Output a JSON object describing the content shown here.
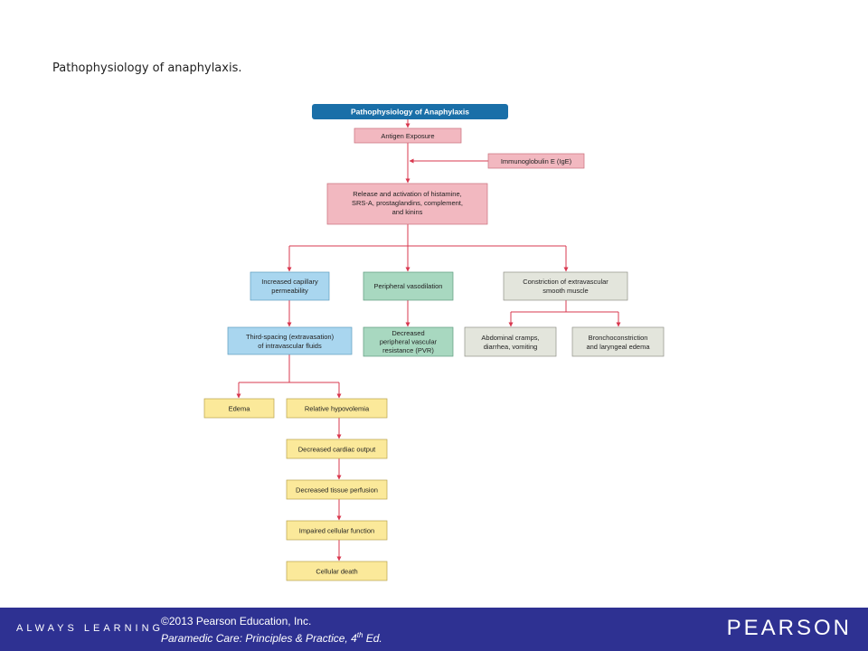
{
  "caption": "Pathophysiology of anaphylaxis.",
  "diagram": {
    "title": "Pathophysiology of Anaphylaxis",
    "nodes": {
      "antigen": "Antigen Exposure",
      "ige": "Immunoglobulin E (IgE)",
      "release": [
        "Release and activation of histamine,",
        "SRS-A, prostaglandins, complement,",
        "and kinins"
      ],
      "capillary": [
        "Increased capillary",
        "permeability"
      ],
      "vasodilation": "Peripheral vasodilation",
      "constriction": [
        "Constriction of extravascular",
        "smooth muscle"
      ],
      "third_spacing": [
        "Third-spacing (extravasation)",
        "of intravascular fluids"
      ],
      "pvr": [
        "Decreased",
        "peripheral vascular",
        "resistance (PVR)"
      ],
      "abdominal": [
        "Abdominal cramps,",
        "diarrhea, vomiting"
      ],
      "broncho": [
        "Bronchoconstriction",
        "and laryngeal edema"
      ],
      "edema": "Edema",
      "hypovolemia": "Relative hypovolemia",
      "cardiac": "Decreased cardiac output",
      "perfusion": "Decreased tissue perfusion",
      "cellular_function": "Impaired cellular function",
      "death": "Cellular death"
    },
    "colors": {
      "title_bar": "#1a6fa8",
      "pink": "#f2b8c0",
      "blue": "#a9d6ef",
      "green": "#a8d8c0",
      "gray": "#e3e5dc",
      "yellow": "#fbe99a",
      "arrow": "#d9384f"
    }
  },
  "footer": {
    "tagline": "ALWAYS LEARNING",
    "copyright": "©2013 Pearson Education, Inc.",
    "book_title": "Paramedic Care: Principles & Practice, 4",
    "book_edition_sup": "th",
    "book_edition_suffix": " Ed.",
    "brand": "PEARSON"
  }
}
